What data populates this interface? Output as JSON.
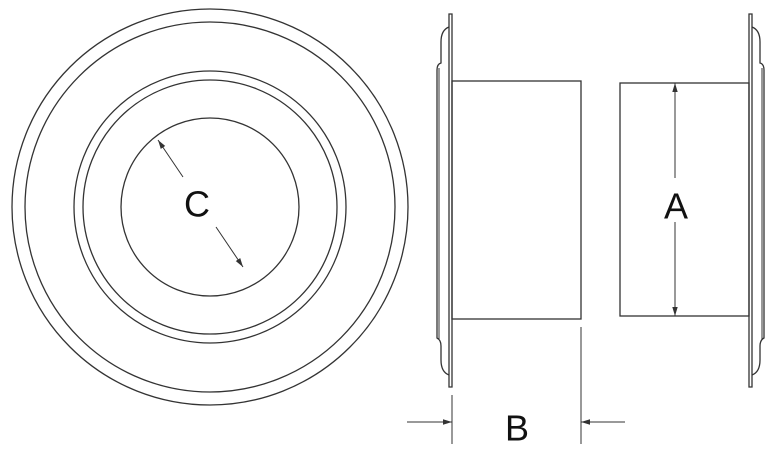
{
  "labels": {
    "inner_diameter": "C",
    "outer_diameter": "A",
    "depth": "B"
  },
  "colors": {
    "line": "#333333",
    "background": "#ffffff"
  }
}
